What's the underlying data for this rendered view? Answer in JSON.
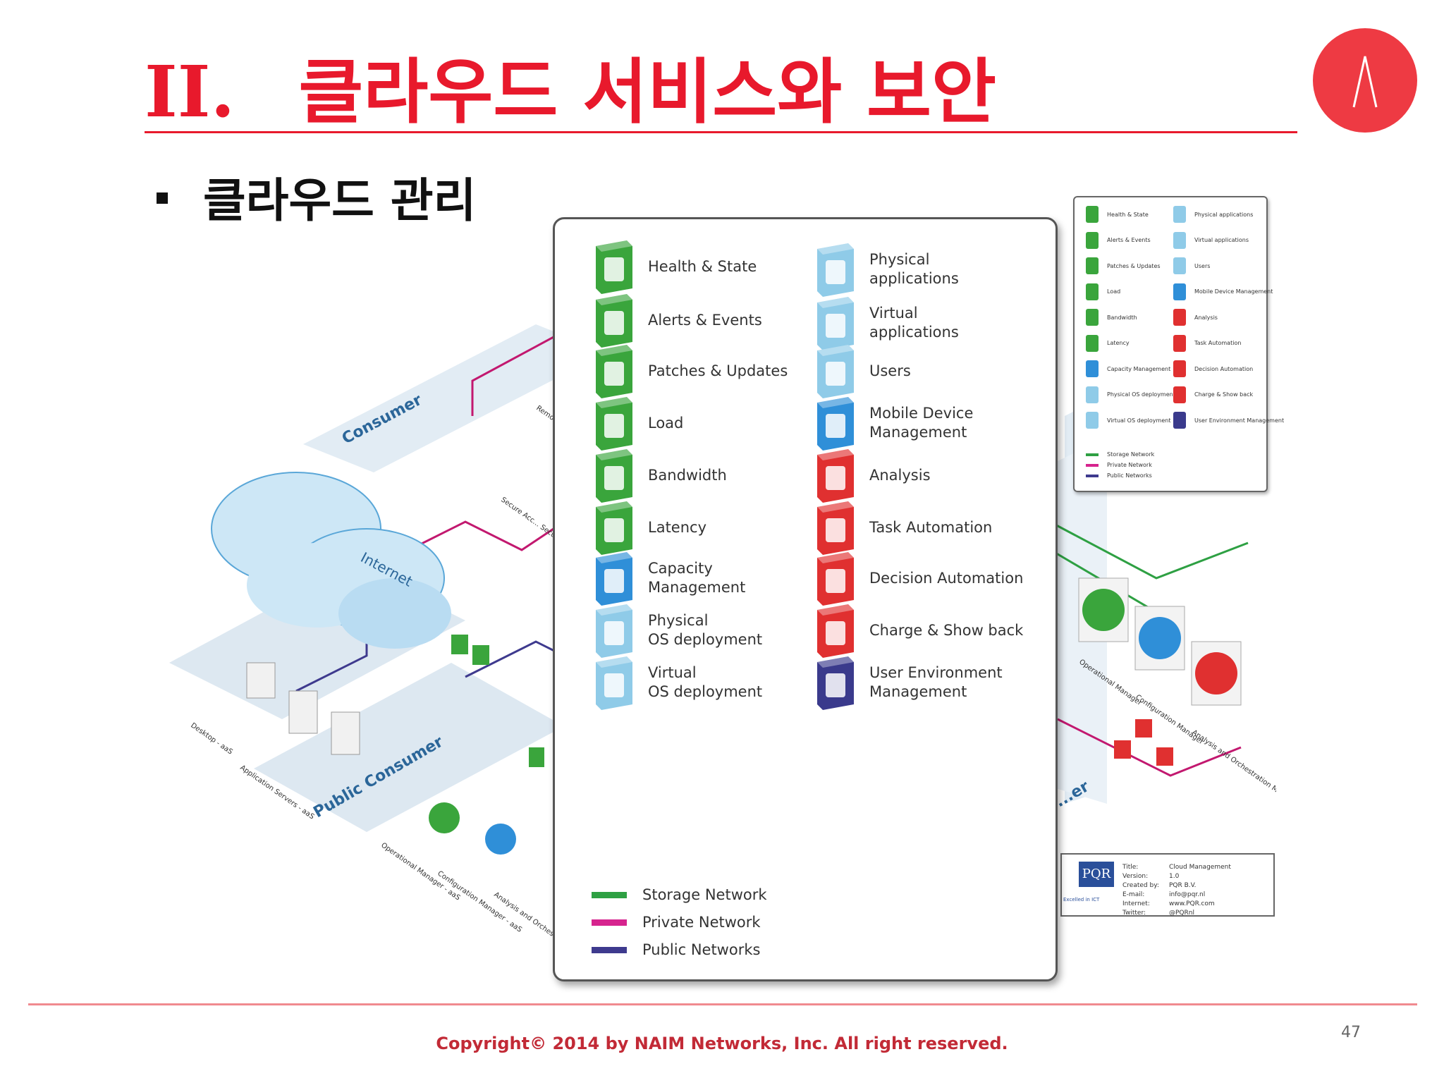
{
  "slide": {
    "title_num": "II.",
    "title_text": "클라우드 서비스와 보안",
    "bullet": "클라우드 관리",
    "page_number": "47",
    "copyright": "Copyright© 2014 by NAIM Networks, Inc. All right reserved."
  },
  "diagram": {
    "region_labels": [
      "Consumer",
      "Internet",
      "Public Consumer"
    ],
    "small_labels": [
      "Remote Session H...",
      "Secure Acc... Secure Netw...",
      "Desktop - aaS",
      "Application Servers - aaS",
      "Operational Manager - aaS",
      "Configuration Manager - aaS",
      "Analysis and Orchestration Manager - aaS",
      "Operational Manager",
      "Configuration Manager",
      "Analysis and Orchestration Manager",
      "...er"
    ]
  },
  "legend": {
    "left": [
      {
        "label": "Health & State",
        "icon": "heart-icon",
        "color": "#3aa53c"
      },
      {
        "label": "Alerts & Events",
        "icon": "bell-icon",
        "color": "#3aa53c"
      },
      {
        "label": "Patches & Updates",
        "icon": "refresh-icon",
        "color": "#3aa53c"
      },
      {
        "label": "Load",
        "icon": "square-icon",
        "color": "#3aa53c"
      },
      {
        "label": "Bandwidth",
        "icon": "bandwidth-icon",
        "color": "#3aa53c"
      },
      {
        "label": "Latency",
        "icon": "latency-icon",
        "color": "#3aa53c"
      },
      {
        "label": "Capacity\nManagement",
        "icon": "folder-icon",
        "color": "#2f8fd8"
      },
      {
        "label": "Physical\nOS deployment",
        "icon": "server-icon",
        "color": "#8fcbe8"
      },
      {
        "label": "Virtual\nOS deployment",
        "icon": "virtual-server-icon",
        "color": "#8fcbe8"
      }
    ],
    "right": [
      {
        "label": "Physical\napplications",
        "icon": "app-icon",
        "color": "#8fcbe8"
      },
      {
        "label": "Virtual\napplications",
        "icon": "virtual-app-icon",
        "color": "#8fcbe8"
      },
      {
        "label": "Users",
        "icon": "users-icon",
        "color": "#8fcbe8"
      },
      {
        "label": "Mobile Device\nManagement",
        "icon": "mobile-icon",
        "color": "#2f8fd8"
      },
      {
        "label": "Analysis",
        "icon": "binoculars-icon",
        "color": "#e03030"
      },
      {
        "label": "Task Automation",
        "icon": "power-icon",
        "color": "#e03030"
      },
      {
        "label": "Decision Automation",
        "icon": "dial-icon",
        "color": "#e03030"
      },
      {
        "label": "Charge & Show back",
        "icon": "euro-icon",
        "color": "#e03030"
      },
      {
        "label": "User Environment\nManagement",
        "icon": "person-icon",
        "color": "#3a3a8c"
      }
    ],
    "networks": [
      {
        "label": "Storage Network",
        "color": "#2ea043"
      },
      {
        "label": "Private Network",
        "color": "#d6248e"
      },
      {
        "label": "Public Networks",
        "color": "#3e3a8e"
      }
    ]
  },
  "mini_legend": {
    "left": [
      "Health & State",
      "Alerts & Events",
      "Patches & Updates",
      "Load",
      "Bandwidth",
      "Latency",
      "Capacity Management",
      "Physical OS deployment",
      "Virtual OS deployment"
    ],
    "right": [
      "Physical applications",
      "Virtual applications",
      "Users",
      "Mobile Device Management",
      "Analysis",
      "Task Automation",
      "Decision Automation",
      "Charge & Show back",
      "User Environment Management"
    ],
    "networks": [
      "Storage Network",
      "Private Network",
      "Public Networks"
    ]
  },
  "info_box": {
    "logo": "PQR",
    "tagline": "Excelled in ICT",
    "keys": [
      "Title:",
      "Version:",
      "Created by:",
      "E-mail:",
      "Internet:",
      "Twitter:"
    ],
    "values": [
      "Cloud Management",
      "1.0",
      "PQR B.V.",
      "info@pqr.nl",
      "www.PQR.com",
      "@PQRnl"
    ]
  }
}
